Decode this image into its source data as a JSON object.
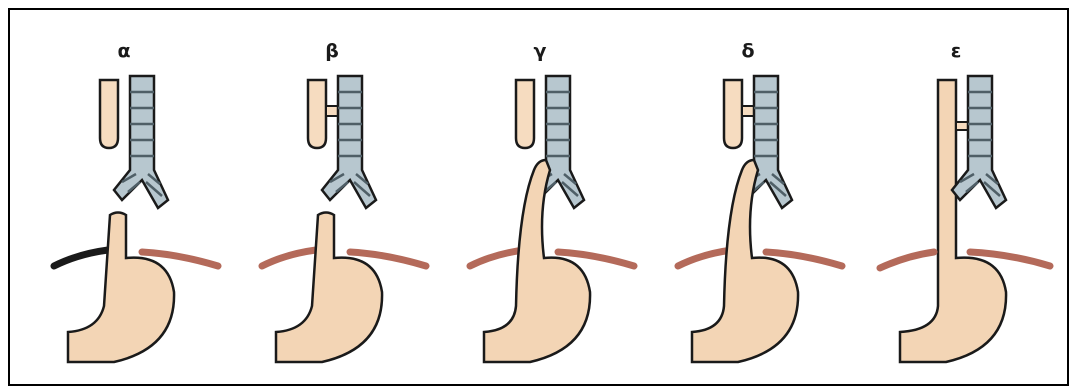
{
  "panels": [
    {
      "id": "a",
      "label": "α"
    },
    {
      "id": "b",
      "label": "β"
    },
    {
      "id": "c",
      "label": "γ"
    },
    {
      "id": "d",
      "label": "δ"
    },
    {
      "id": "e",
      "label": "ε"
    }
  ],
  "colors": {
    "esophagus_fill": "#f6dcc0",
    "stomach_fill": "#f3d5b5",
    "trachea_fill": "#b7c7cf",
    "trachea_dark": "#4f5f67",
    "diaphragm": "#b46a5a",
    "outline": "#1a1a1a"
  }
}
